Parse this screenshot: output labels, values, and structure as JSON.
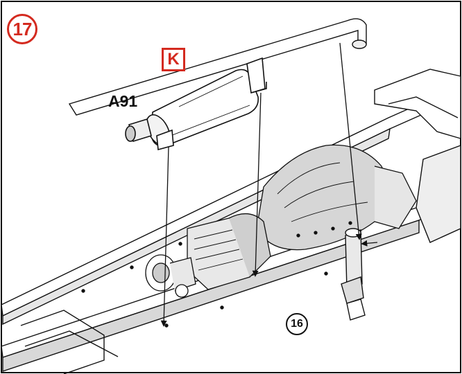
{
  "step_number": "17",
  "part_tag": "K",
  "part_label": "A91",
  "reference_step": "16",
  "colors": {
    "accent_red": "#d42a1f",
    "line": "#111111",
    "shade": "#d8d8d8",
    "background": "#ffffff"
  },
  "icons": [
    "step-number-badge",
    "part-tag-box",
    "reference-step-badge",
    "assembly-arrow"
  ]
}
